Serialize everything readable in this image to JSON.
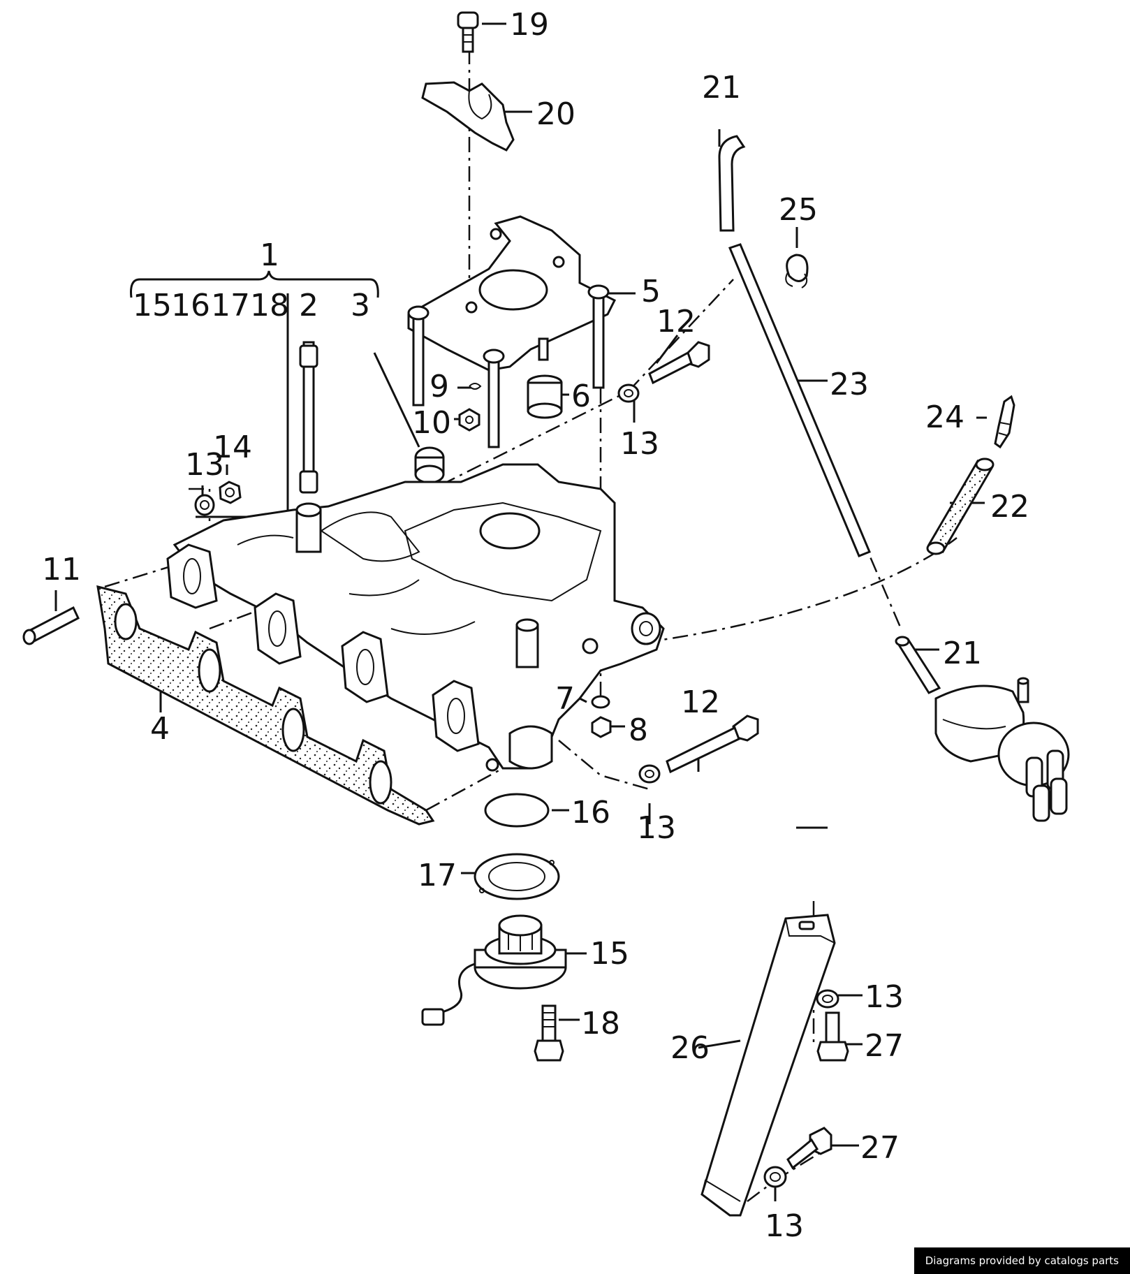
{
  "callouts": {
    "c1": "1",
    "c2": "2",
    "c3": "3",
    "c4": "4",
    "c5": "5",
    "c6": "6",
    "c7": "7",
    "c8": "8",
    "c9": "9",
    "c10": "10",
    "c11": "11",
    "c12a": "12",
    "c12b": "12",
    "c13a": "13",
    "c13b": "13",
    "c13c": "13",
    "c13d": "13",
    "c13e": "13",
    "c14": "14",
    "c15": "15",
    "c16": "16",
    "c17": "17",
    "c18": "18",
    "c19": "19",
    "c20": "20",
    "c21a": "21",
    "c21b": "21",
    "c22": "22",
    "c23": "23",
    "c24": "24",
    "c25": "25",
    "c26": "26",
    "c27a": "27",
    "c27b": "27"
  },
  "kit_group": {
    "label": "1",
    "items": [
      "15",
      "16",
      "17",
      "18"
    ]
  },
  "credit": "Diagrams provided by catalogs parts"
}
